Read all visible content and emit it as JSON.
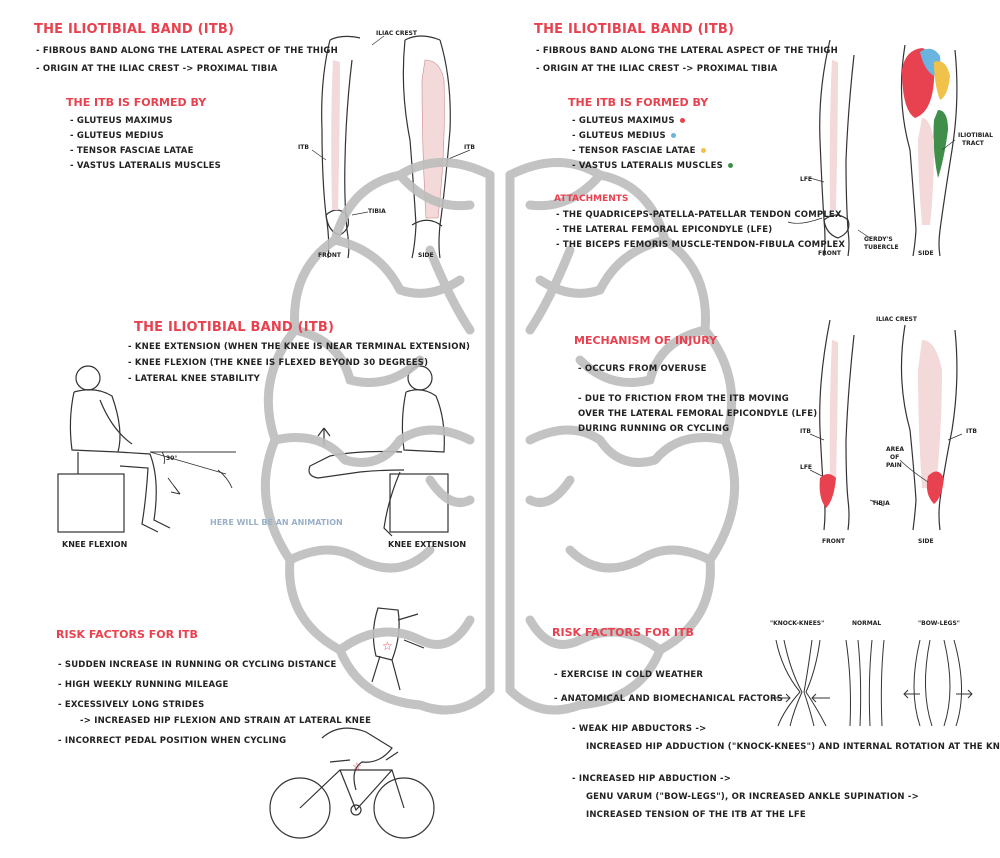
{
  "panel_tl": {
    "title": "The iliotibial band (ITB)",
    "bullets": [
      "- Fibrous band along the lateral aspect of the thigh",
      "- Origin at the iliac crest -> proximal tibia"
    ],
    "formed_title": "The ITB is formed by",
    "muscles": [
      "- Gluteus maximus",
      "- Gluteus medius",
      "- Tensor fasciae latae",
      "- Vastus lateralis muscles"
    ],
    "labels": {
      "iliac": "Iliac crest",
      "itb_left": "ITB",
      "itb_right": "ITB",
      "tibia": "Tibia",
      "front": "Front",
      "side": "Side"
    }
  },
  "panel_tr": {
    "title": "The iliotibial band (ITB)",
    "bullets": [
      "- Fibrous band along the lateral aspect of the thigh",
      "- Origin at the iliac crest -> proximal tibia"
    ],
    "formed_title": "The ITB is formed by",
    "muscles": [
      {
        "label": "- Gluteus maximus",
        "color": "#e8414f"
      },
      {
        "label": "- Gluteus medius",
        "color": "#6ab4e0"
      },
      {
        "label": "- Tensor fasciae latae",
        "color": "#f0c24a"
      },
      {
        "label": "- Vastus lateralis muscles",
        "color": "#3f8f4a"
      }
    ],
    "attachments_title": "Attachments",
    "attachments": [
      "- The quadriceps-patella-patellar tendon complex",
      "- The lateral femoral epicondyle (LFE)",
      "- The biceps femoris muscle-tendon-fibula complex"
    ],
    "labels": {
      "lfe": "LFE",
      "gerdys": "Gerdy's",
      "tubercle": "tubercle",
      "iliotibial": "Iliotibial",
      "tract": "tract",
      "front": "Front",
      "side": "Side"
    }
  },
  "panel_ml": {
    "title": "The iliotibial band (ITB)",
    "bullets": [
      "- Knee extension (when the knee is near terminal extension)",
      "- Knee flexion (the knee is flexed beyond 30 degrees)",
      "- Lateral knee stability"
    ],
    "angle": "30°",
    "animation_note": "Here will be an animation",
    "flexion_caption": "Knee flexion",
    "extension_caption": "Knee extension"
  },
  "panel_mr": {
    "title": "Mechanism of injury",
    "bullets": [
      "- Occurs from overuse",
      "- Due to friction from the ITB moving",
      "over the lateral femoral epicondyle (LFE)",
      "during running or cycling"
    ],
    "labels": {
      "iliac": "Iliac crest",
      "itb_left": "ITB",
      "itb_right": "ITB",
      "lfe": "LFE",
      "pain1": "Area",
      "pain2": "of",
      "pain3": "pain",
      "tibia": "Tibia",
      "front": "Front",
      "side": "Side"
    }
  },
  "panel_bl": {
    "title": "Risk factors for ITB",
    "bullets": [
      "- Sudden increase in running or cycling distance",
      "- High weekly running mileage",
      "- Excessively long strides",
      "-> Increased hip flexion and strain at lateral knee",
      "- Incorrect pedal position when cycling"
    ]
  },
  "panel_br": {
    "title": "Risk factors for ITB",
    "bullets": [
      "- Exercise in cold weather",
      "- Anatomical and biomechanical factors"
    ],
    "weak_hip": "- Weak hip abductors ->",
    "weak_hip_2": "increased hip adduction (\"knock-knees\") and internal rotation at the knee",
    "inc_hip": "- Increased hip abduction ->",
    "inc_hip_2": "genu varum (\"bow-legs\"), or increased ankle supination ->",
    "inc_hip_3": "increased tension of the ITB at the LFE",
    "leg_labels": [
      "\"Knock-knees\"",
      "Normal",
      "\"Bow-legs\""
    ]
  },
  "colors": {
    "accent": "#e8414f",
    "brain": "#bdbdbd",
    "muscle_fill": "#f3d9d9"
  }
}
